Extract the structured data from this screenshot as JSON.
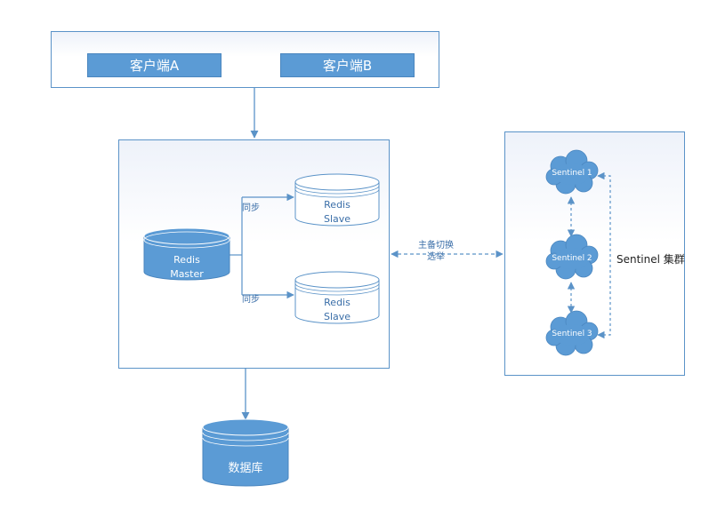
{
  "clients": {
    "a": "客户端A",
    "b": "客户端B"
  },
  "redis": {
    "master_line1": "Redis",
    "master_line2": "Master",
    "slave1_line1": "Redis",
    "slave1_line2": "Slave",
    "slave2_line1": "Redis",
    "slave2_line2": "Slave",
    "sync_label_1": "同步",
    "sync_label_2": "同步"
  },
  "failover": {
    "line1": "主备切换",
    "line2": "选举"
  },
  "sentinel": {
    "cluster_label": "Sentinel 集群",
    "nodes": [
      "Sentinel 1",
      "Sentinel 2",
      "Sentinel 3"
    ]
  },
  "database": {
    "label": "数据库"
  },
  "colors": {
    "accent": "#5b9bd5",
    "border": "#5b93c8",
    "arrow": "#5b93c8"
  }
}
